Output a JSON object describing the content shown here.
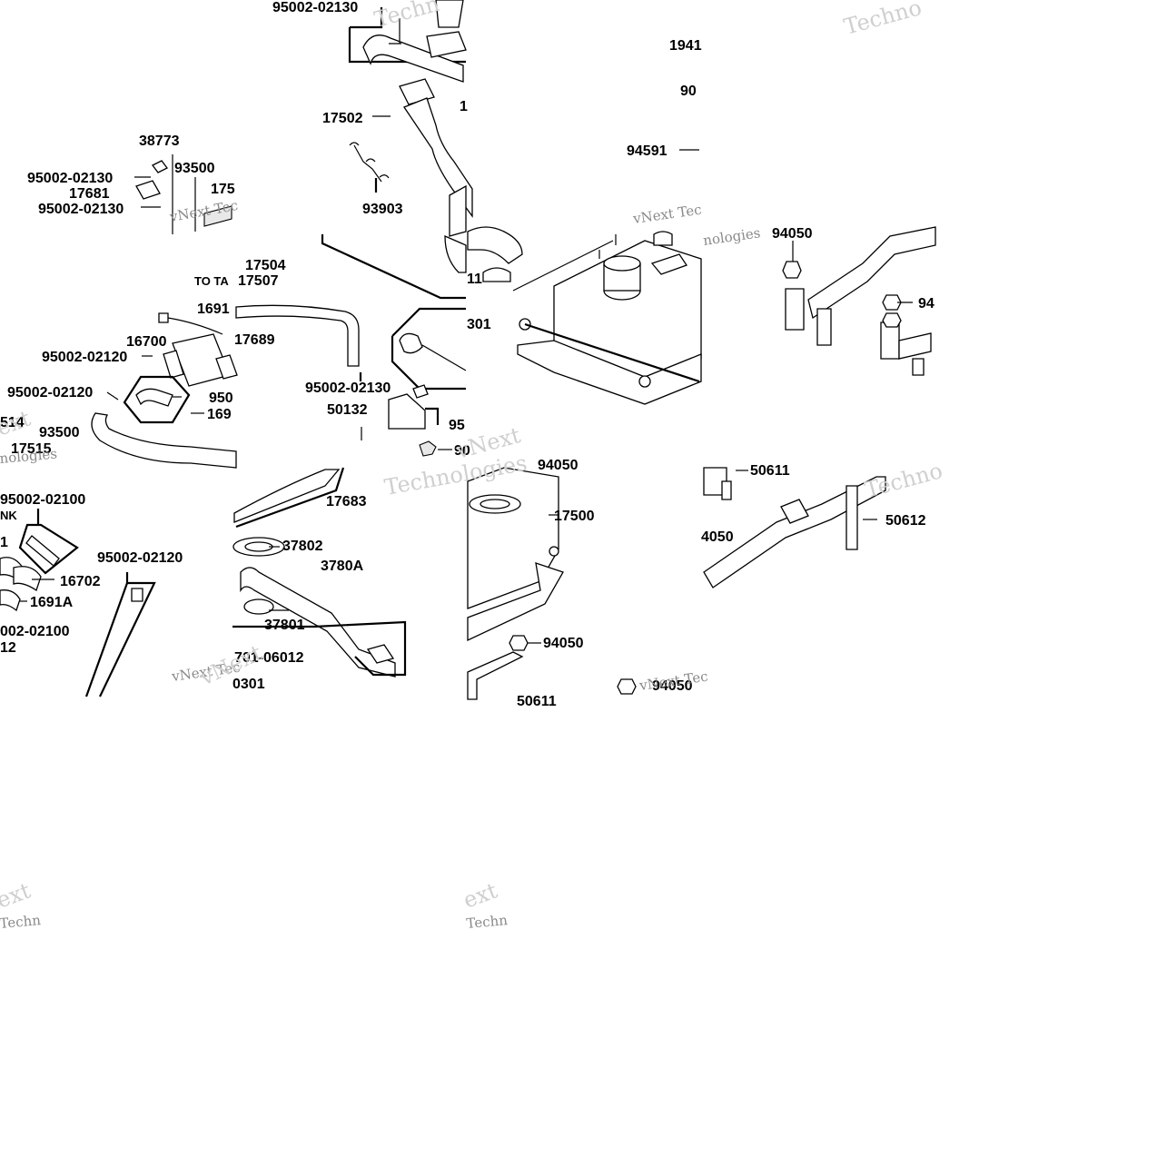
{
  "labels": {
    "l01": "95002-02130",
    "l02": "1941",
    "l03": "90",
    "l04": "17502",
    "l05": "1",
    "l06": "94591",
    "l07": "38773",
    "l08": "95002-02130",
    "l09": "93500",
    "l10": "17681",
    "l11": "175",
    "l12": "95002-02130",
    "l13": "93903",
    "l14": "94050",
    "l15": "17504",
    "l16": "TO TA",
    "l17": "17507",
    "l18": "94",
    "l19": "1691",
    "l20": "11",
    "l21": "16700",
    "l22": "17689",
    "l23": "301",
    "l24": "95002-02120",
    "l25": "95002-02120",
    "l26": "950",
    "l27": "95002-02130",
    "l28": "169",
    "l29": "50132",
    "l30": "95",
    "l31": "514",
    "l32": "93500",
    "l33": "17515",
    "l34": "90",
    "l35": "94050",
    "l36": "50611",
    "l37": "95002-02100",
    "l38": "NK",
    "l39": "17683",
    "l40": "17500",
    "l41": "4050",
    "l42": "50612",
    "l43": "1",
    "l44": "16702",
    "l45": "95002-02120",
    "l46": "37802",
    "l47": "3780A",
    "l48": "1691A",
    "l49": "37801",
    "l50": "94050",
    "l51": "002-02100",
    "l52": "12",
    "l53": "701-06012",
    "l54": "0301",
    "l55": "94050",
    "l56": "50611"
  },
  "watermarks": {
    "w1": "Techn",
    "w2": "Techno",
    "w3": "vNext Tec",
    "w4": "nologies",
    "w5": "vNext Tec",
    "w6": "vNext",
    "w7": "Technologies",
    "w8": "Techno",
    "w9": "vNext Tec",
    "w10": "ext",
    "w11": "nologies",
    "w12": "vNext",
    "w13": "vNext Tec",
    "w14": "ext",
    "w15": "Techn",
    "w16": "ext",
    "w17": "Techn"
  }
}
